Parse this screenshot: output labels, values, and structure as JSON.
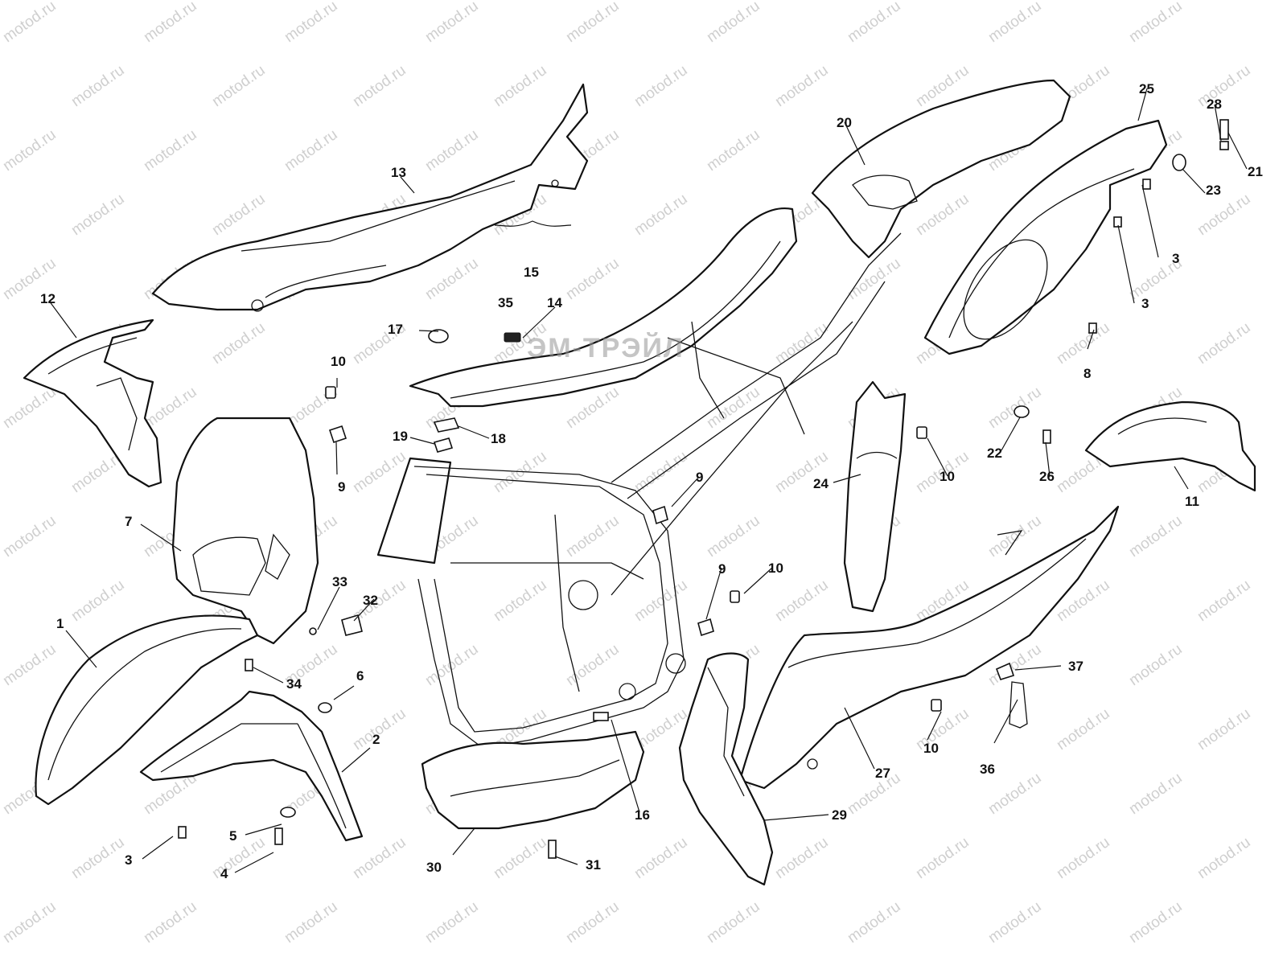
{
  "watermark": {
    "text": "motod.ru"
  },
  "brand_watermark": {
    "text": "ЭМ-ТРЭЙЛ"
  },
  "callouts": [
    {
      "id": "c1",
      "label": "1"
    },
    {
      "id": "c2",
      "label": "2"
    },
    {
      "id": "c3a",
      "label": "3"
    },
    {
      "id": "c3b",
      "label": "3"
    },
    {
      "id": "c3c",
      "label": "3"
    },
    {
      "id": "c4",
      "label": "4"
    },
    {
      "id": "c5",
      "label": "5"
    },
    {
      "id": "c6",
      "label": "6"
    },
    {
      "id": "c7",
      "label": "7"
    },
    {
      "id": "c8",
      "label": "8"
    },
    {
      "id": "c9a",
      "label": "9"
    },
    {
      "id": "c9b",
      "label": "9"
    },
    {
      "id": "c9c",
      "label": "9"
    },
    {
      "id": "c10a",
      "label": "10"
    },
    {
      "id": "c10b",
      "label": "10"
    },
    {
      "id": "c10c",
      "label": "10"
    },
    {
      "id": "c10d",
      "label": "10"
    },
    {
      "id": "c11",
      "label": "11"
    },
    {
      "id": "c12",
      "label": "12"
    },
    {
      "id": "c13",
      "label": "13"
    },
    {
      "id": "c14",
      "label": "14"
    },
    {
      "id": "c15",
      "label": "15"
    },
    {
      "id": "c16",
      "label": "16"
    },
    {
      "id": "c17",
      "label": "17"
    },
    {
      "id": "c18",
      "label": "18"
    },
    {
      "id": "c19",
      "label": "19"
    },
    {
      "id": "c20",
      "label": "20"
    },
    {
      "id": "c21",
      "label": "21"
    },
    {
      "id": "c22",
      "label": "22"
    },
    {
      "id": "c23",
      "label": "23"
    },
    {
      "id": "c24",
      "label": "24"
    },
    {
      "id": "c25",
      "label": "25"
    },
    {
      "id": "c26",
      "label": "26"
    },
    {
      "id": "c27",
      "label": "27"
    },
    {
      "id": "c28",
      "label": "28"
    },
    {
      "id": "c29",
      "label": "29"
    },
    {
      "id": "c30",
      "label": "30"
    },
    {
      "id": "c31",
      "label": "31"
    },
    {
      "id": "c32",
      "label": "32"
    },
    {
      "id": "c33",
      "label": "33"
    },
    {
      "id": "c34",
      "label": "34"
    },
    {
      "id": "c35",
      "label": "35"
    },
    {
      "id": "c36",
      "label": "36"
    },
    {
      "id": "c37",
      "label": "37"
    }
  ]
}
